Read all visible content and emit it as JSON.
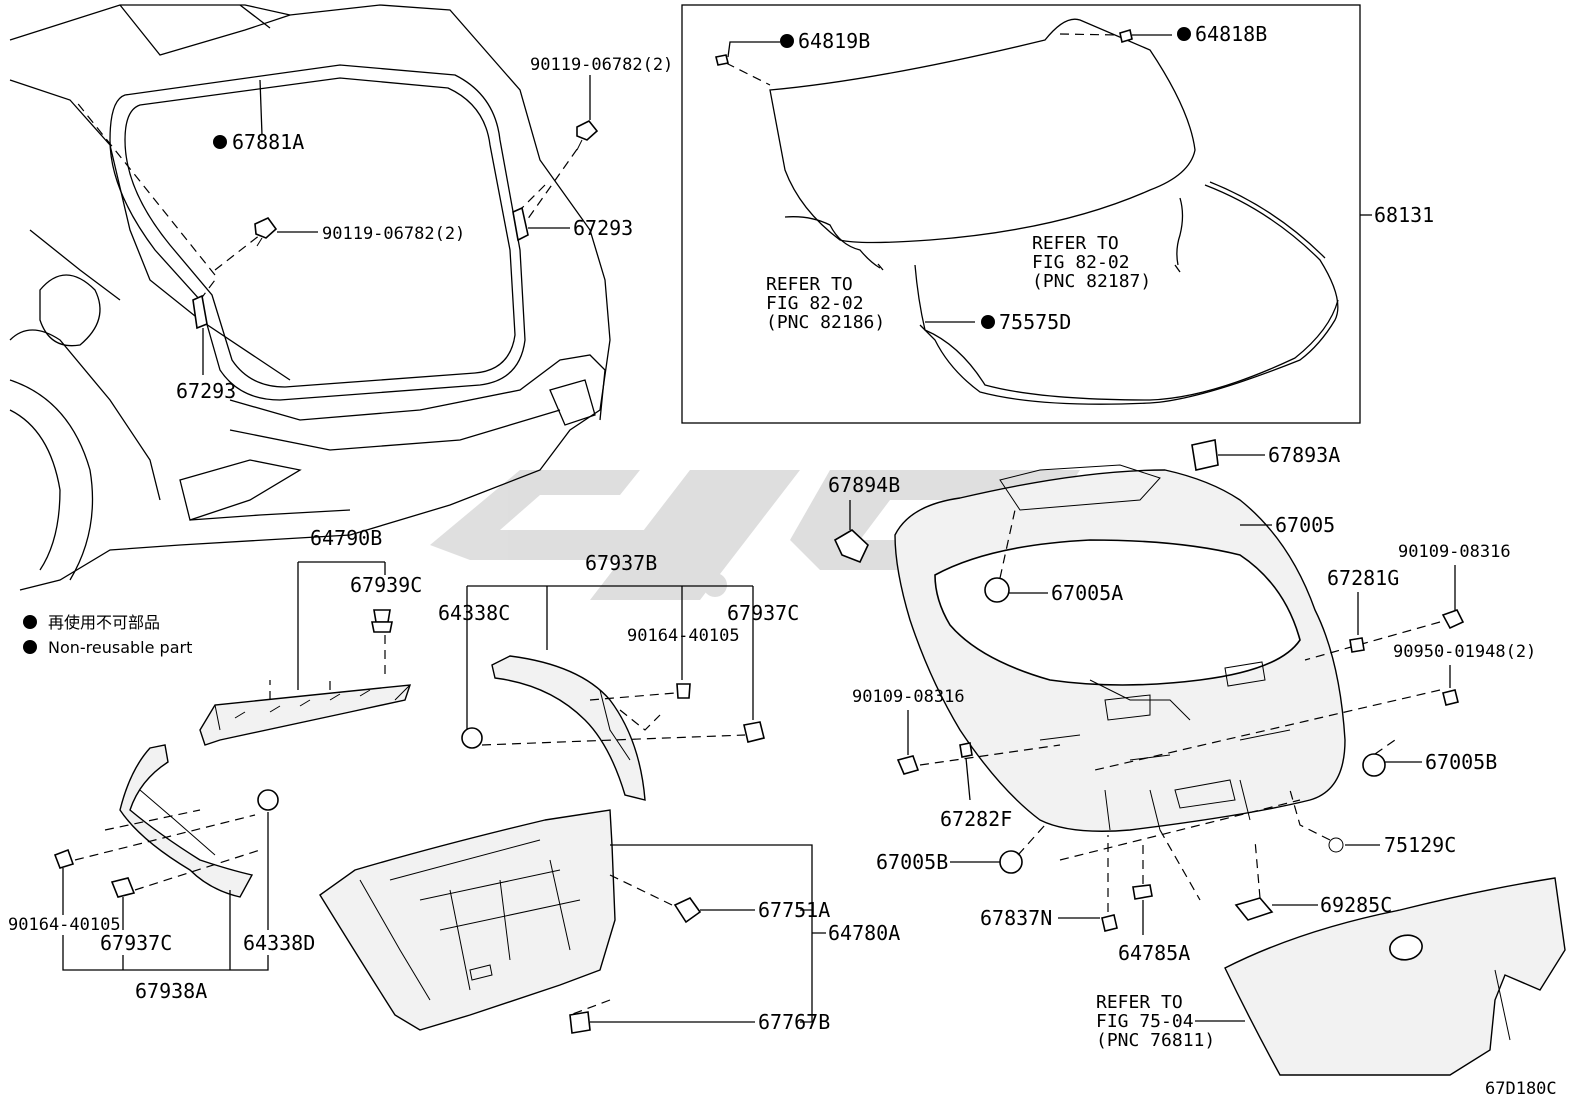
{
  "labels": {
    "p67881A": "67881A",
    "p90119_top": "90119-06782(2)",
    "p90119_mid": "90119-06782(2)",
    "p67293_right": "67293",
    "p67293_left": "67293",
    "p64819B": "64819B",
    "p64818B": "64818B",
    "p68131": "68131",
    "p75575D": "75575D",
    "p64790B": "64790B",
    "p67939C": "67939C",
    "p67937B": "67937B",
    "p64338C": "64338C",
    "p67937C_upper": "67937C",
    "p90164_upper": "90164-40105",
    "p90164_lower": "90164-40105",
    "p67937C_lower": "67937C",
    "p64338D": "64338D",
    "p67938A": "67938A",
    "p67751A": "67751A",
    "p64780A": "64780A",
    "p67767B": "67767B",
    "p67894B": "67894B",
    "p67893A": "67893A",
    "p67005": "67005",
    "p67005A": "67005A",
    "p90109_right": "90109-08316",
    "p67281G": "67281G",
    "p90950": "90950-01948(2)",
    "p90109_left": "90109-08316",
    "p67005B_right": "67005B",
    "p67282F": "67282F",
    "p67005B_left": "67005B",
    "p75129C": "75129C",
    "p69285C": "69285C",
    "p67837N": "67837N",
    "p64785A": "64785A",
    "diagram_code": "67D180C"
  },
  "refs": {
    "ref_left": [
      "REFER TO",
      "FIG 82-02",
      "(PNC 82186)"
    ],
    "ref_right": [
      "REFER TO",
      "FIG 82-02",
      "(PNC 82187)"
    ],
    "ref_bottom": [
      "REFER TO",
      "FIG 75-04",
      "(PNC 76811)"
    ]
  },
  "legend": {
    "line1": "再使用不可部品",
    "line2": "Non-reusable part"
  }
}
